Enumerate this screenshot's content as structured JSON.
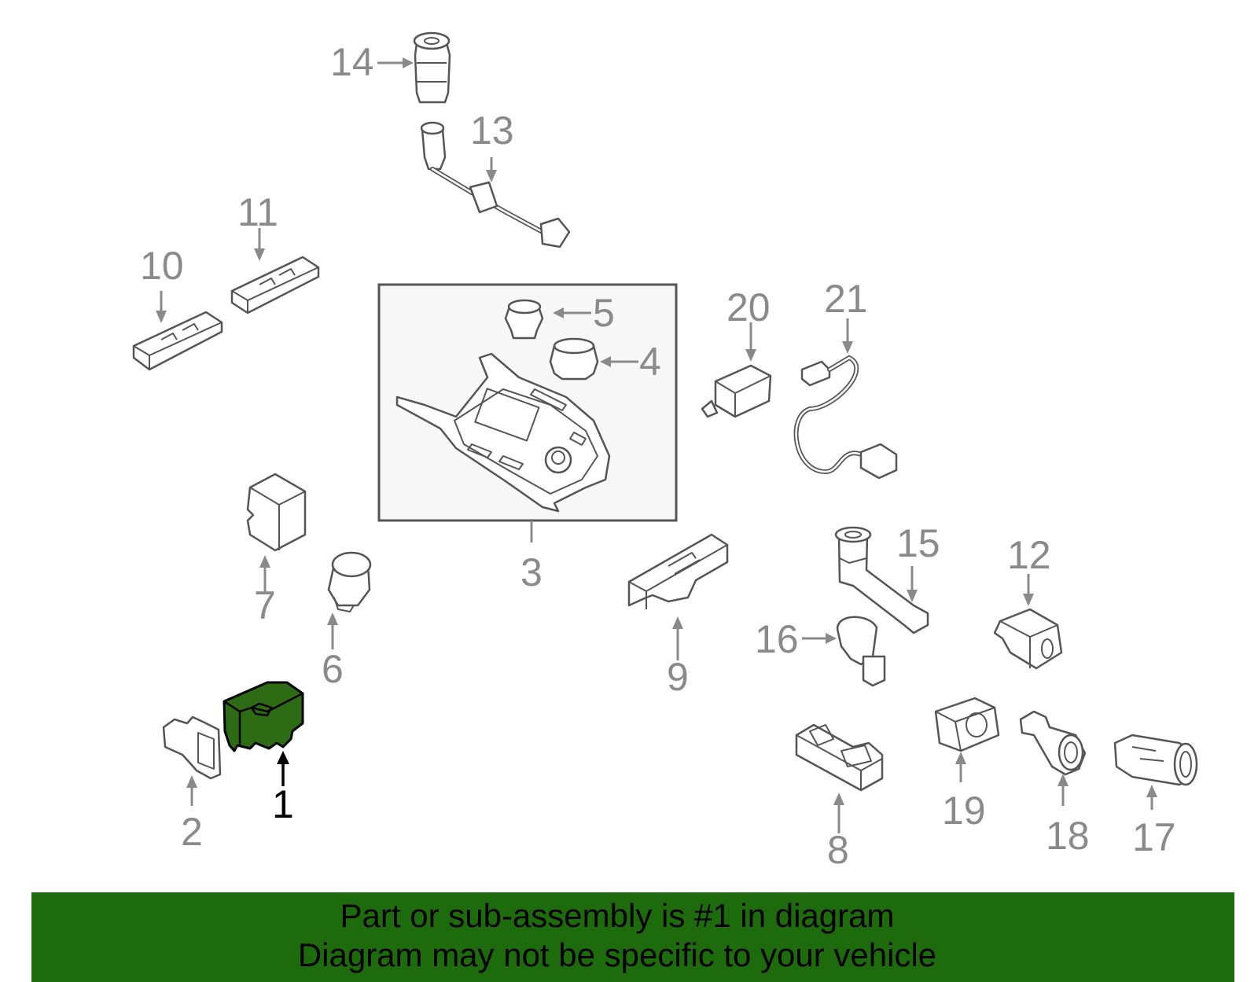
{
  "diagram": {
    "highlight_color": "#2d6b14",
    "labels": {
      "l1": "1",
      "l2": "2",
      "l3": "3",
      "l4": "4",
      "l5": "5",
      "l6": "6",
      "l7": "7",
      "l8": "8",
      "l9": "9",
      "l10": "10",
      "l11": "11",
      "l12": "12",
      "l13": "13",
      "l14": "14",
      "l15": "15",
      "l16": "16",
      "l17": "17",
      "l18": "18",
      "l19": "19",
      "l20": "20",
      "l21": "21"
    }
  },
  "banner": {
    "background": "#1e6b0d",
    "line1": "Part or sub-assembly is #1 in diagram",
    "line2": "Diagram may not be specific to your vehicle"
  }
}
